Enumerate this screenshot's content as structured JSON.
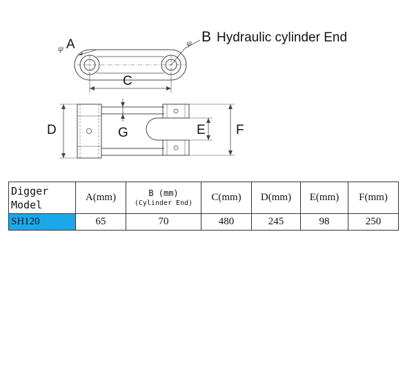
{
  "labels": {
    "a": "A",
    "b": "B",
    "b_text": "Hydraulic cylinder End",
    "c": "C",
    "d": "D",
    "e": "E",
    "f": "F",
    "g": "G",
    "phi_a": "φ",
    "phi_b": "φ"
  },
  "table": {
    "model_header_line1": "Digger",
    "model_header_line2": "Model",
    "headers": [
      "A(mm)",
      "B (mm)",
      "C(mm)",
      "D(mm)",
      "E(mm)",
      "F(mm)"
    ],
    "b_sub": "(Cylinder End)",
    "rows": [
      {
        "model": "SH120",
        "values": [
          "65",
          "70",
          "480",
          "245",
          "98",
          "250"
        ]
      }
    ],
    "model_highlight_color": "#1aa8e8"
  }
}
